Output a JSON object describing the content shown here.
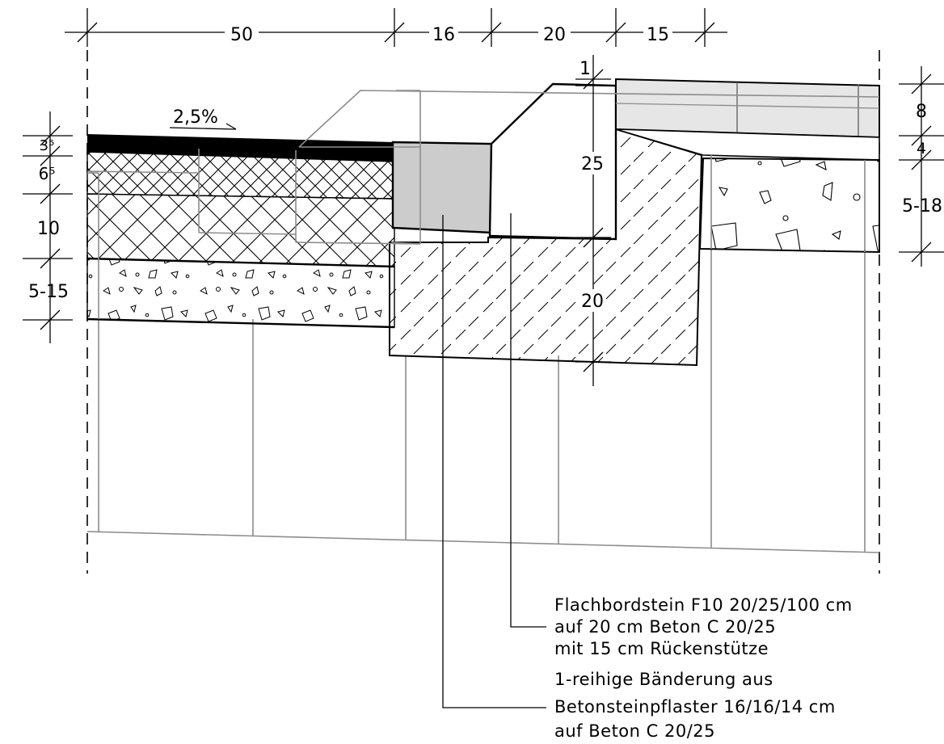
{
  "dimensions": {
    "top": [
      "50",
      "16",
      "20",
      "15"
    ],
    "left": [
      "3⁵",
      "6⁵",
      "10",
      "5-15"
    ],
    "right": [
      "8",
      "4",
      "5-18"
    ],
    "curb_top_offset": "1",
    "curb_height": "25",
    "concrete_depth": "20"
  },
  "slope": "2,5%",
  "callouts": {
    "curb": {
      "line1": "Flachbordstein F10 20/25/100 cm",
      "line2": "auf 20 cm Beton C 20/25",
      "line3": "mit 15 cm Rückenstütze"
    },
    "banding": {
      "line1": "1-reihige Bänderung aus",
      "line2": "Betonsteinpflaster 16/16/14 cm",
      "line3": "auf Beton C 20/25"
    }
  }
}
